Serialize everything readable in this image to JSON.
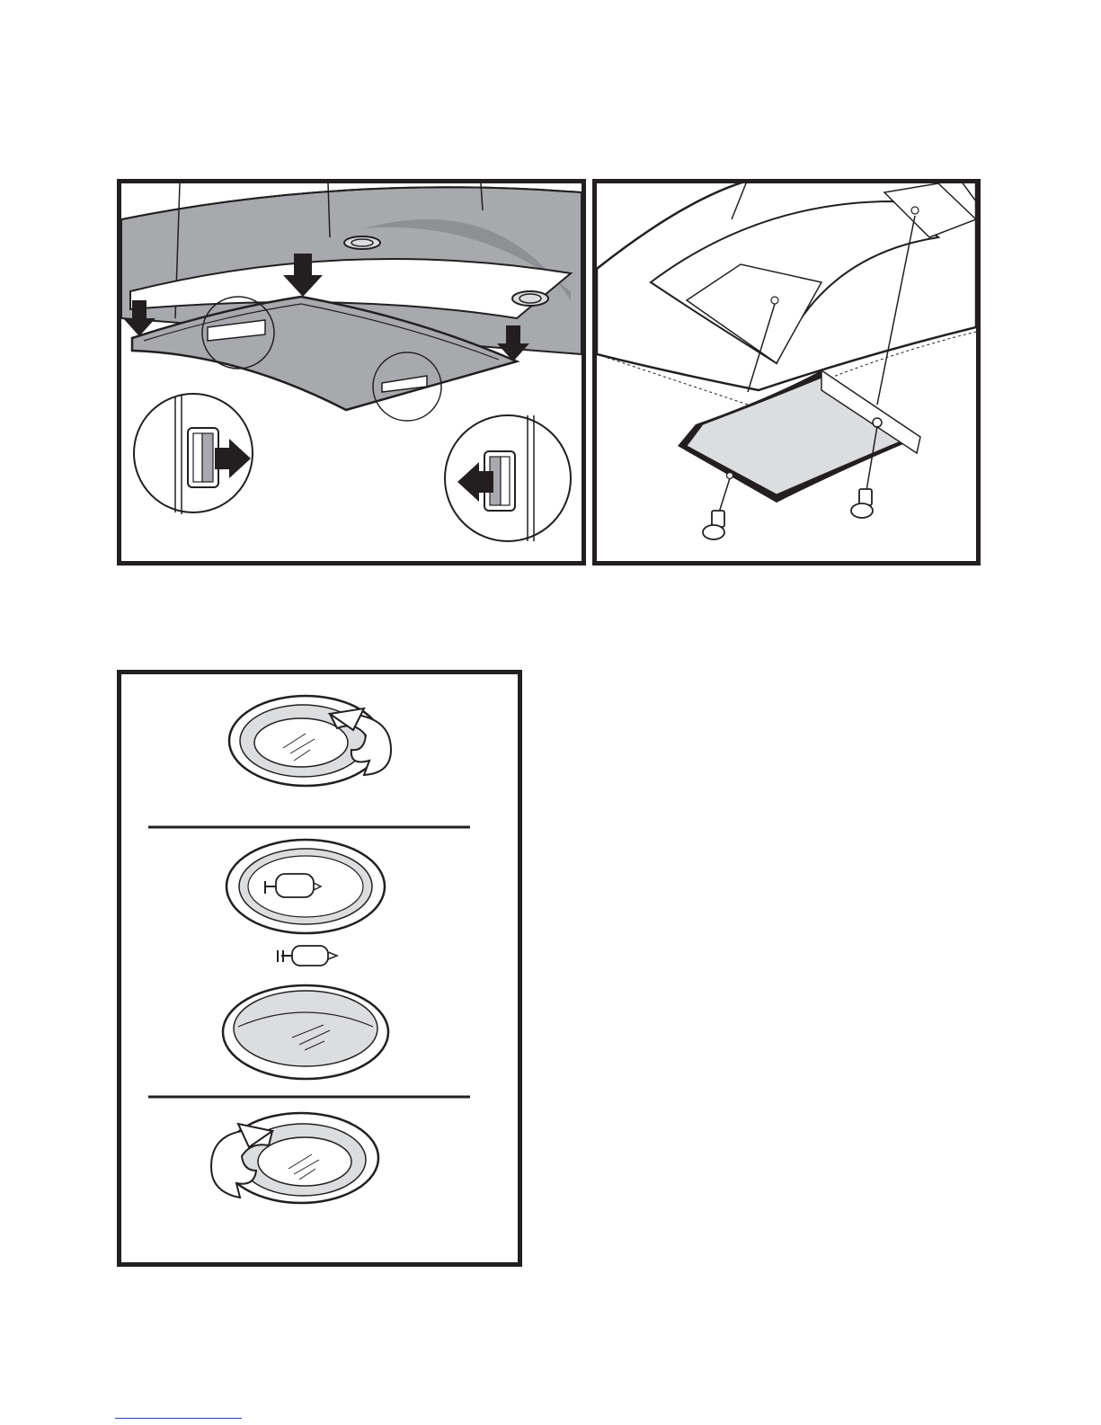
{
  "page": {
    "figures": [
      {
        "id": "filter-removal",
        "icon": "filter-panel-removal-illustration"
      },
      {
        "id": "lamp-cover-removal",
        "icon": "lamp-cover-screws-illustration"
      },
      {
        "id": "lamp-replacement",
        "icon": "halogen-lamp-replacement-illustration"
      }
    ]
  },
  "colors": {
    "ink": "#231f20",
    "gray": "#a7a9ac",
    "light_gray": "#dcdddf",
    "paper": "#ffffff",
    "footer_rule": "#2b3fbf"
  }
}
